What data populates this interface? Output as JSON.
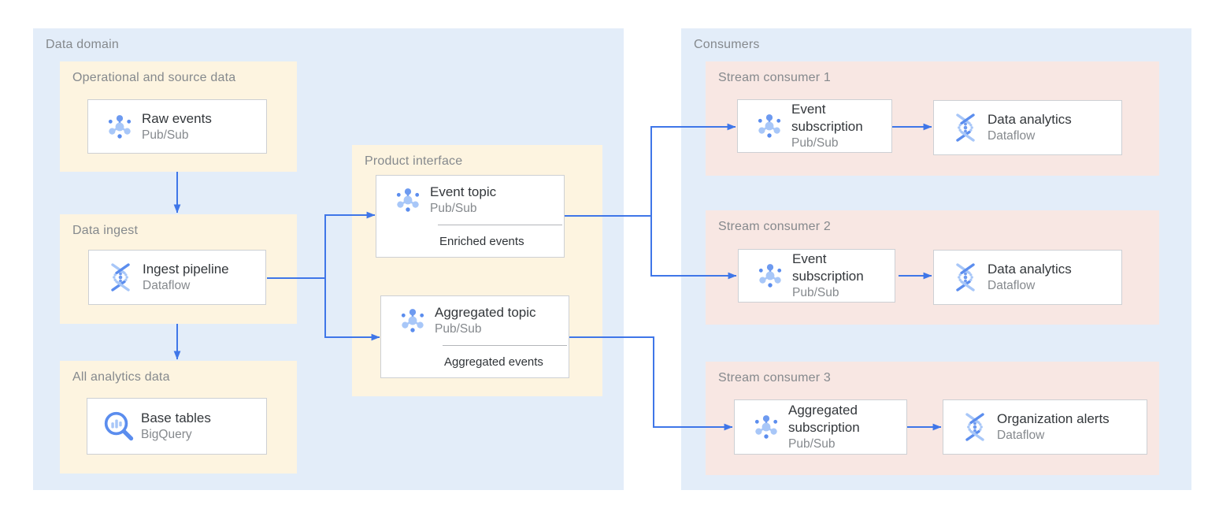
{
  "panels": {
    "data_domain": {
      "label": "Data domain"
    },
    "consumers": {
      "label": "Consumers"
    }
  },
  "groups": {
    "operational": {
      "label": "Operational and source data"
    },
    "data_ingest": {
      "label": "Data ingest"
    },
    "all_analytics": {
      "label": "All analytics data"
    },
    "product_interface": {
      "label": "Product interface"
    },
    "stream_consumer_1": {
      "label": "Stream consumer 1"
    },
    "stream_consumer_2": {
      "label": "Stream consumer 2"
    },
    "stream_consumer_3": {
      "label": "Stream consumer 3"
    }
  },
  "cards": {
    "raw_events": {
      "title": "Raw events",
      "product": "Pub/Sub",
      "icon": "pubsub-icon"
    },
    "ingest_pipeline": {
      "title": "Ingest pipeline",
      "product": "Dataflow",
      "icon": "dataflow-icon"
    },
    "base_tables": {
      "title": "Base tables",
      "product": "BigQuery",
      "icon": "bigquery-icon"
    },
    "event_topic": {
      "title": "Event topic",
      "product": "Pub/Sub",
      "tag": "Enriched events",
      "icon": "pubsub-icon"
    },
    "aggregated_topic": {
      "title": "Aggregated topic",
      "product": "Pub/Sub",
      "tag": "Aggregated events",
      "icon": "pubsub-icon"
    },
    "event_subscription_1": {
      "title": "Event subscription",
      "product": "Pub/Sub",
      "icon": "pubsub-icon"
    },
    "data_analytics_1": {
      "title": "Data analytics",
      "product": "Dataflow",
      "icon": "dataflow-icon"
    },
    "event_subscription_2": {
      "title": "Event subscription",
      "product": "Pub/Sub",
      "icon": "pubsub-icon"
    },
    "data_analytics_2": {
      "title": "Data analytics",
      "product": "Dataflow",
      "icon": "dataflow-icon"
    },
    "aggregated_subscription": {
      "title": "Aggregated subscription",
      "product": "Pub/Sub",
      "icon": "pubsub-icon"
    },
    "organization_alerts": {
      "title": "Organization alerts",
      "product": "Dataflow",
      "icon": "dataflow-icon"
    }
  },
  "colors": {
    "panel_blue": "#E3EDF9",
    "group_yellow": "#FDF4E0",
    "group_pink": "#F8E7E3",
    "arrow_blue": "#3F76E8",
    "card_border": "#CDD0D4",
    "label_gray": "#85898D",
    "title_dark": "#33373B",
    "icon_light_blue": "#A8C7F8",
    "icon_medium_blue": "#6D9AF0",
    "icon_dark_blue": "#5B8DEE"
  }
}
